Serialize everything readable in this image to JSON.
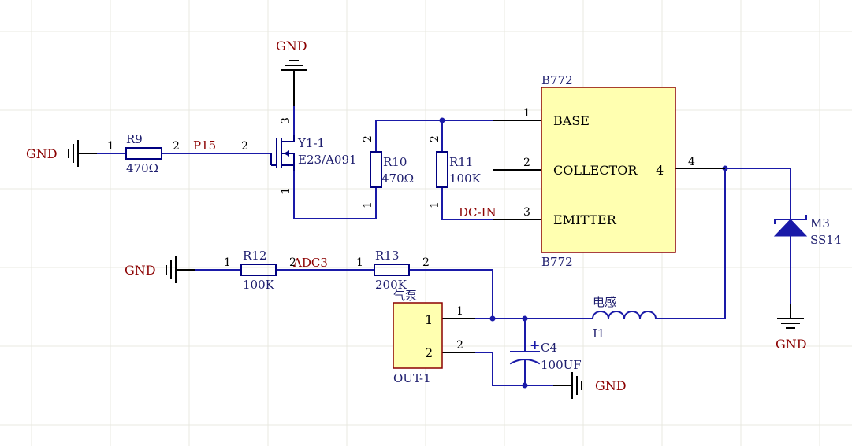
{
  "power": {
    "gnd": "GND"
  },
  "nets": {
    "p15": "P15",
    "adc3": "ADC3",
    "dc_in": "DC-IN"
  },
  "r9": {
    "ref": "R9",
    "value": "470Ω",
    "pin1": "1",
    "pin2": "2"
  },
  "r10": {
    "ref": "R10",
    "value": "470Ω",
    "pin1": "1",
    "pin2": "2"
  },
  "r11": {
    "ref": "R11",
    "value": "100K",
    "pin1": "1",
    "pin2": "2"
  },
  "r12": {
    "ref": "R12",
    "value": "100K",
    "pin1": "1",
    "pin2": "2"
  },
  "r13": {
    "ref": "R13",
    "value": "200K",
    "pin1": "1",
    "pin2": "2"
  },
  "y1": {
    "ref": "Y1-1",
    "value": "E23/A091",
    "pin1": "1",
    "pin2": "2",
    "pin3": "3"
  },
  "u1": {
    "ref": "B772",
    "value": "B772",
    "pins": [
      {
        "num": "1",
        "name": "BASE"
      },
      {
        "num": "2",
        "name": "COLLECTOR"
      },
      {
        "num": "3",
        "name": "EMITTER"
      },
      {
        "num": "4",
        "name": "4"
      }
    ],
    "pin4_outer": "4"
  },
  "m3": {
    "ref": "M3",
    "value": "SS14"
  },
  "pump": {
    "ref": "气泵",
    "value": "OUT-1",
    "pin1": "1",
    "pin2": "2",
    "wire1": "1",
    "wire2": "2"
  },
  "c4": {
    "ref": "C4",
    "value": "100UF",
    "plus": "+"
  },
  "l1": {
    "ref": "电感",
    "value": "I1"
  },
  "colors": {
    "wire": "#1a1aa8",
    "chip_fill": "#ffffb0",
    "chip_border": "#8b0000",
    "net_label": "#8b0000",
    "grid": "#e8e8e0"
  }
}
